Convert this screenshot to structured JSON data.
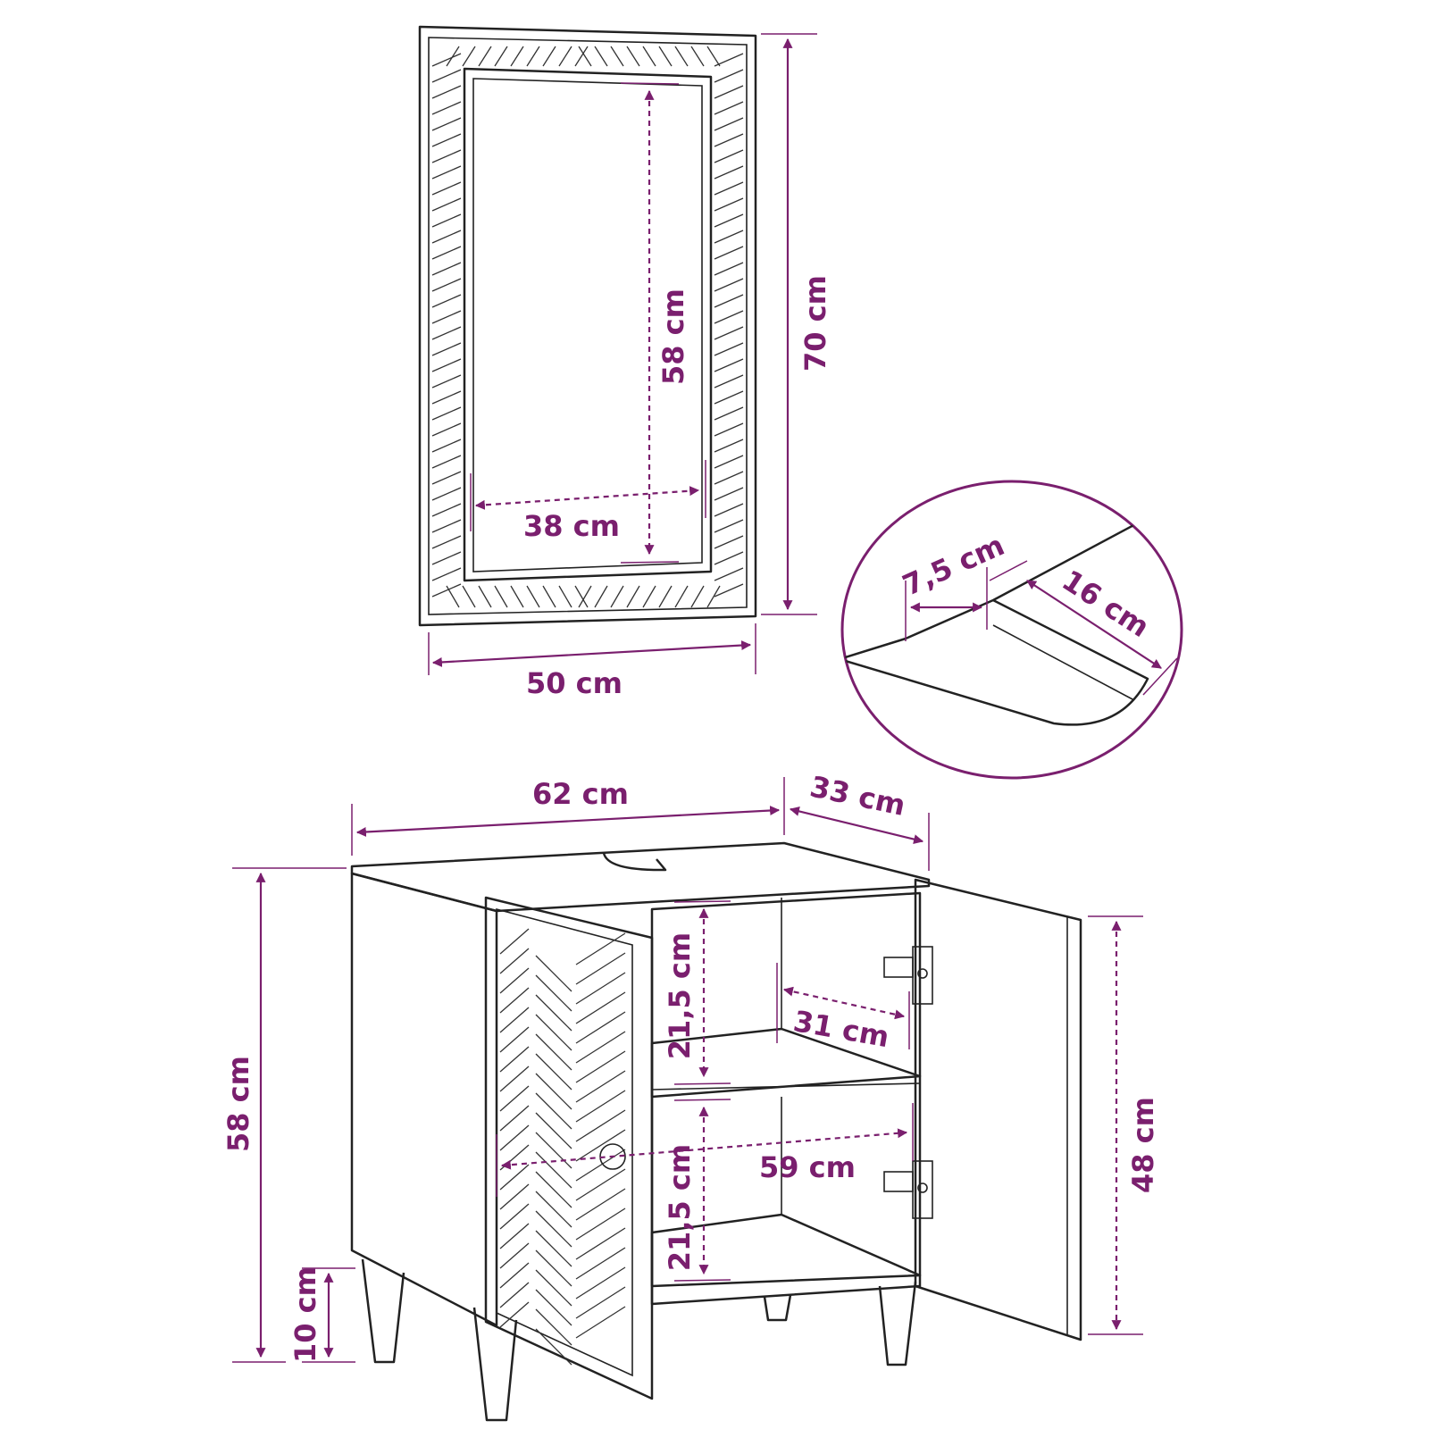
{
  "colors": {
    "accent": "#7a1f6e",
    "line": "#222222"
  },
  "mirror": {
    "width_label": "50 cm",
    "height_label": "70 cm",
    "inner_height_label": "58 cm",
    "inner_width_label": "38 cm"
  },
  "detail": {
    "depth_label": "7,5 cm",
    "length_label": "16 cm"
  },
  "cabinet": {
    "width_label": "62 cm",
    "depth_label": "33 cm",
    "height_label": "58 cm",
    "leg_label": "10 cm",
    "upper_compartment_label": "21,5 cm",
    "shelf_depth_label": "31 cm",
    "inner_width_label": "59 cm",
    "lower_compartment_label": "21,5 cm",
    "door_height_label": "48 cm"
  }
}
